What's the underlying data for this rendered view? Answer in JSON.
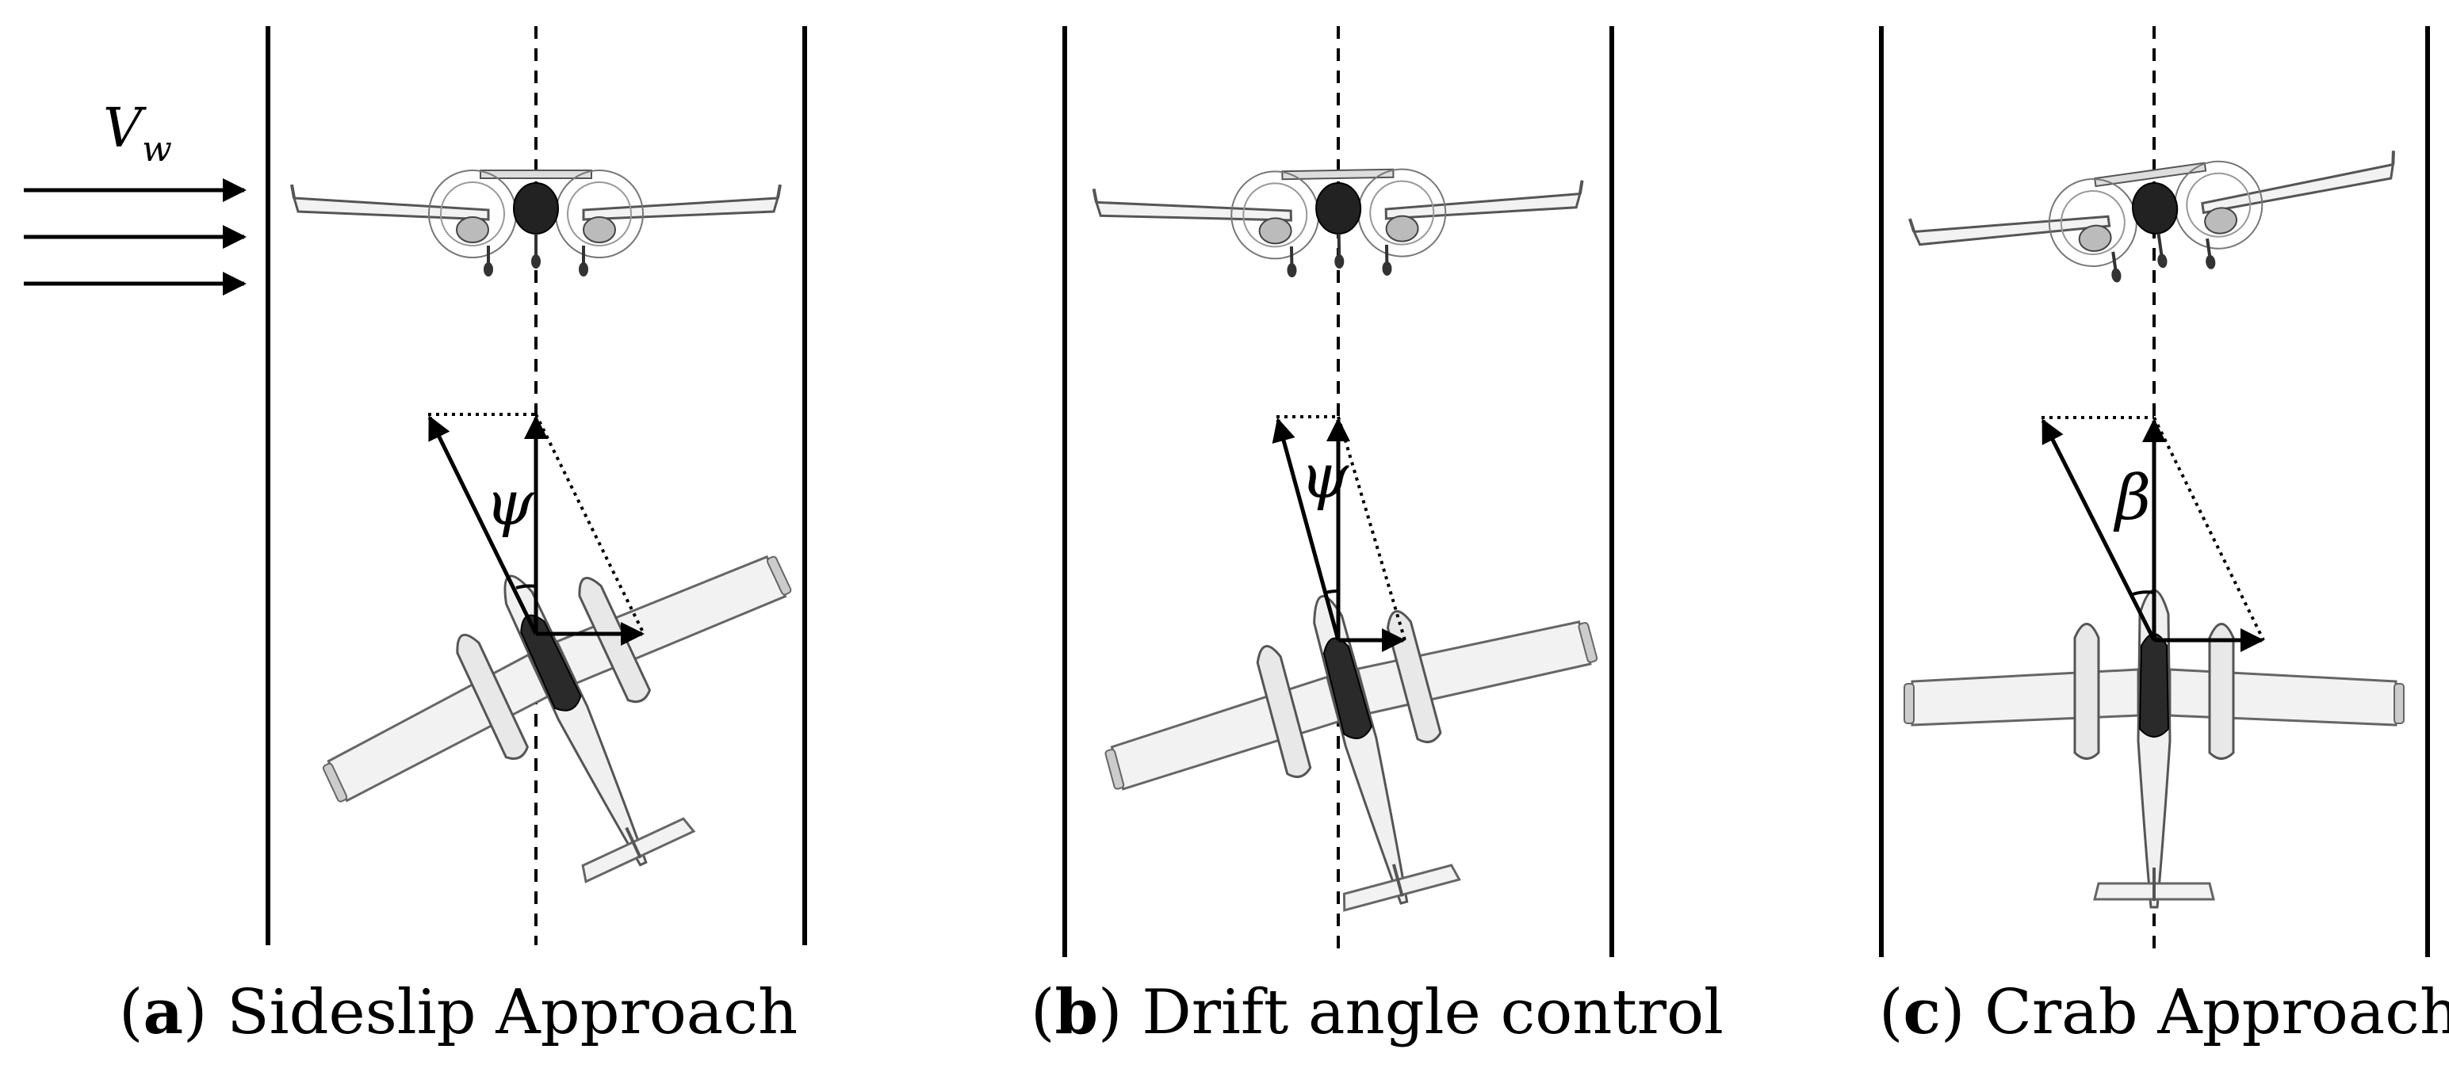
{
  "wind": {
    "symbol": "V",
    "subscript": "w"
  },
  "panels": [
    {
      "letter": "a",
      "caption": "Sideslip Approach",
      "angle_symbol": "ψ"
    },
    {
      "letter": "b",
      "caption": "Drift angle control",
      "angle_symbol": "ψ"
    },
    {
      "letter": "c",
      "caption": "Crab Approach",
      "angle_symbol": "β"
    }
  ],
  "colors": {
    "line": "#000000",
    "wing": "#f2f2f2",
    "wing_stroke": "#666666",
    "cockpit": "#222222"
  }
}
